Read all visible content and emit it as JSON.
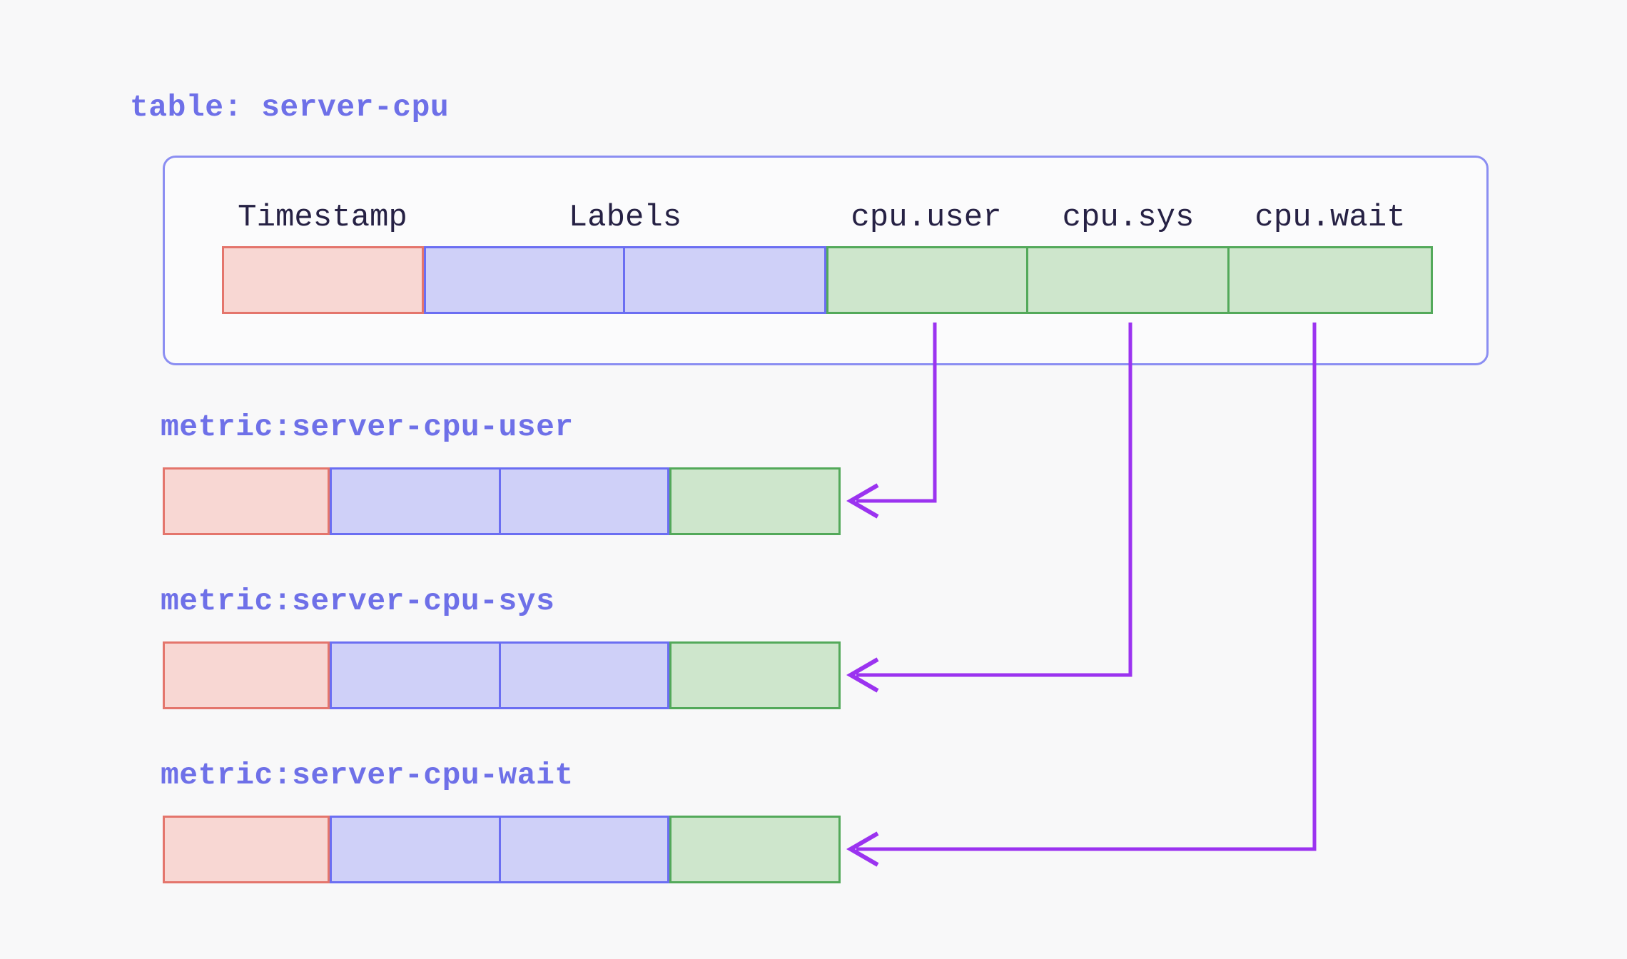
{
  "table": {
    "title": "table: server-cpu",
    "columns": [
      "Timestamp",
      "Labels",
      "cpu.user",
      "cpu.sys",
      "cpu.wait"
    ],
    "cell_types": [
      "timestamp",
      "labels",
      "labels",
      "value",
      "value",
      "value"
    ]
  },
  "metrics": [
    {
      "title": "metric:server-cpu-user",
      "source_column": "cpu.user"
    },
    {
      "title": "metric:server-cpu-sys",
      "source_column": "cpu.sys"
    },
    {
      "title": "metric:server-cpu-wait",
      "source_column": "cpu.wait"
    }
  ],
  "colors": {
    "bg": "#f8f8f9",
    "ink": "#262144",
    "label": "#6e70e8",
    "box-border": "#8b8ef2",
    "box-fill": "#fbfbfc",
    "ts-fill": "#f8d7d3",
    "ts-border": "#e4756c",
    "lb-fill": "#cfd0f8",
    "lb-border": "#6b6ef2",
    "val-fill": "#cee6cc",
    "val-border": "#53a95a",
    "arrow": "#9b33f0"
  }
}
